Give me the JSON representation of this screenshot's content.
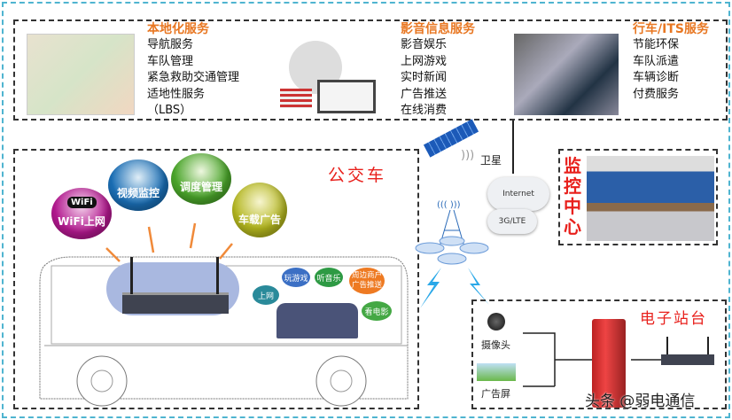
{
  "services": [
    {
      "title": "本地化服务",
      "items": [
        "导航服务",
        "车队管理",
        "紧急救助交通管理",
        "适地性服务",
        "（LBS）"
      ]
    },
    {
      "title": "影音信息服务",
      "items": [
        "影音娱乐",
        "上网游戏",
        "实时新闻",
        "广告推送",
        "在线消费"
      ]
    },
    {
      "title": "行车/ITS服务",
      "items": [
        "节能环保",
        "车队派遣",
        "车辆诊断",
        "付费服务"
      ]
    }
  ],
  "bus": {
    "title": "公交车",
    "bubbles": [
      "WiFi上网",
      "视频监控",
      "调度管理",
      "车载广告"
    ],
    "wifi_logo": "WiFi",
    "speech": [
      "上网",
      "玩游戏",
      "听音乐",
      "周边商户广告推送",
      "看电影"
    ]
  },
  "network": {
    "satellite": "卫星",
    "internet": "Internet",
    "mobile": "3G/LTE"
  },
  "monitor": {
    "title": "监控中心"
  },
  "station": {
    "title": "电子站台",
    "camera": "摄像头",
    "screen": "广告屏"
  },
  "watermark": "头条 @弱电通信",
  "colors": {
    "accent_orange": "#e87722",
    "red": "#e8201c",
    "border_cyan": "#4fb4d0"
  }
}
